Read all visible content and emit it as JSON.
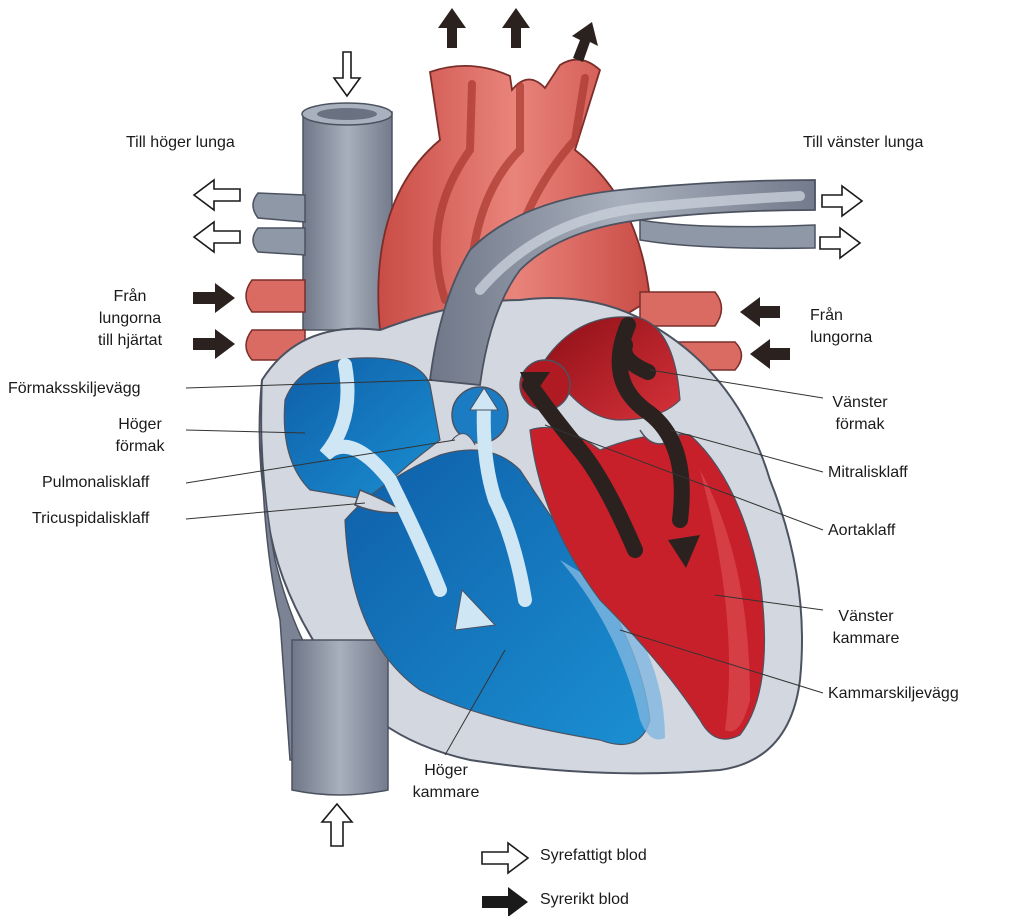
{
  "labels": {
    "right_lung": "Till höger lunga",
    "left_lung": "Till vänster lunga",
    "from_lungs_left": "Från\nlungorna\ntill hjärtat",
    "from_lungs_right": "Från\nlungorna",
    "atrial_septum": "Förmaksskiljevägg",
    "right_atrium": "Höger\nförmak",
    "pulmonary_valve": "Pulmonalisklaff",
    "tricuspid_valve": "Tricuspidalisklaff",
    "left_atrium": "Vänster\nförmak",
    "mitral_valve": "Mitralisklaff",
    "aortic_valve": "Aortaklaff",
    "left_ventricle": "Vänster\nkammare",
    "ventricular_septum": "Kammarskiljevägg",
    "right_ventricle": "Höger\nkammare"
  },
  "legend": {
    "deoxygenated": "Syrefattigt blod",
    "oxygenated": "Syrerikt blod"
  },
  "colors": {
    "deoxygenated_blue": "#1a7fc4",
    "oxygenated_red": "#c8202a",
    "vessel_gray": "#8a93a3",
    "aorta_red": "#e06a62",
    "wall": "#d2d7df"
  }
}
